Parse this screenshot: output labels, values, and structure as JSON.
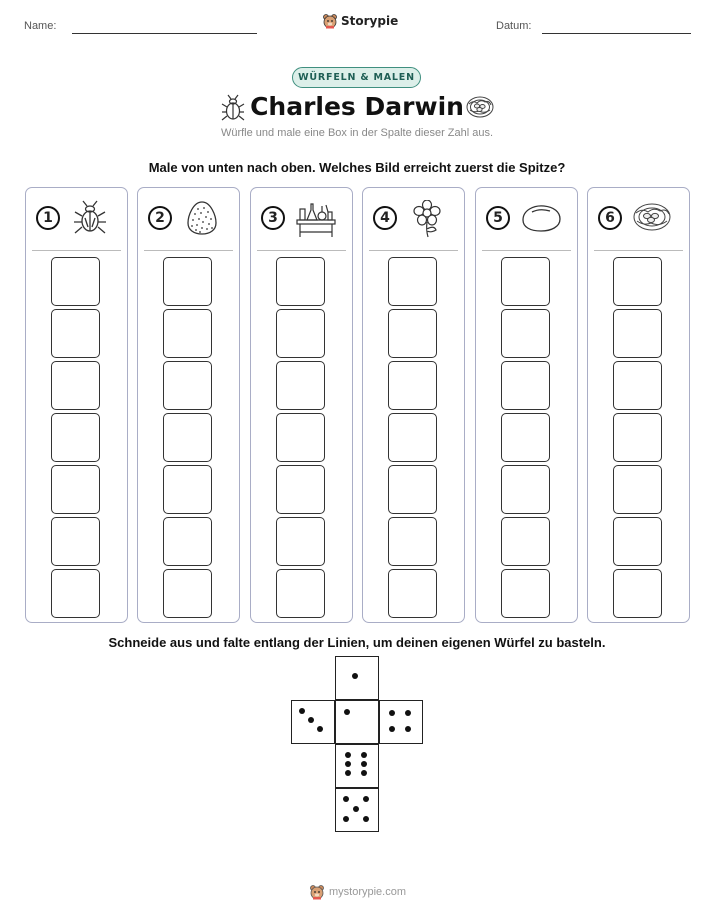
{
  "header": {
    "name_label": "Name:",
    "date_label": "Datum:",
    "logo_text": "Storypie"
  },
  "badge": "WÜRFELN & MALEN",
  "title": "Charles Darwin",
  "subtitle": "Würfle und male eine Box in der Spalte dieser Zahl aus.",
  "instruction": "Male von unten nach oben. Welches Bild erreicht zuerst die Spitze?",
  "columns": [
    {
      "number": "1",
      "icon": "beetle-icon",
      "boxes": 7
    },
    {
      "number": "2",
      "icon": "egg-icon",
      "boxes": 7
    },
    {
      "number": "3",
      "icon": "lab-table-icon",
      "boxes": 7
    },
    {
      "number": "4",
      "icon": "flower-icon",
      "boxes": 7
    },
    {
      "number": "5",
      "icon": "stone-icon",
      "boxes": 7
    },
    {
      "number": "6",
      "icon": "nest-icon",
      "boxes": 7
    }
  ],
  "cut_instruction": "Schneide aus und falte entlang der Linien, um deinen eigenen Würfel zu basteln.",
  "die_net": [
    {
      "face": "top",
      "pips": 1
    },
    {
      "face": "left",
      "pips": 3
    },
    {
      "face": "center",
      "pips": 1
    },
    {
      "face": "right",
      "pips": 4
    },
    {
      "face": "lower",
      "pips": 6
    },
    {
      "face": "bottom",
      "pips": 5
    }
  ],
  "footer_text": "mystorypie.com"
}
